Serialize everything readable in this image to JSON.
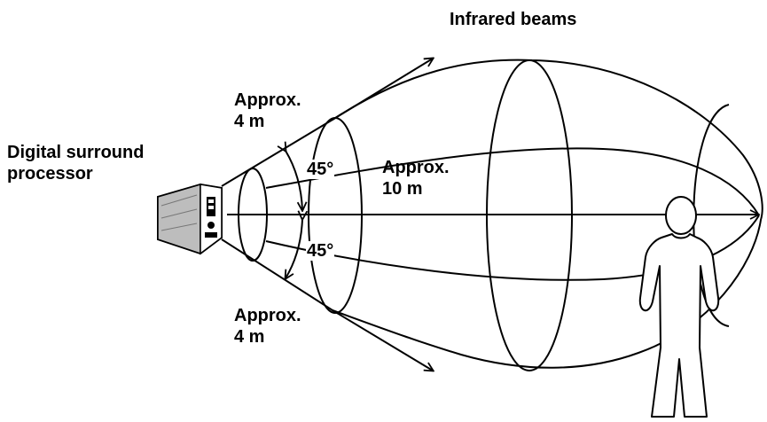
{
  "title": "Infrared beams",
  "processor_label": {
    "line1": "Digital surround",
    "line2": "processor"
  },
  "range_top": {
    "line1": "Approx.",
    "line2": "4 m"
  },
  "range_bottom": {
    "line1": "Approx.",
    "line2": "4 m"
  },
  "range_forward": {
    "line1": "Approx.",
    "line2": "10 m"
  },
  "angle_upper": "45°",
  "angle_lower": "45°",
  "colors": {
    "line": "#000000",
    "background": "#ffffff",
    "device_fill": "#f2f2f2",
    "device_shade": "#bdbdbd"
  },
  "icons": [
    "processor-device-icon",
    "person-silhouette-icon",
    "arrow-icon"
  ]
}
